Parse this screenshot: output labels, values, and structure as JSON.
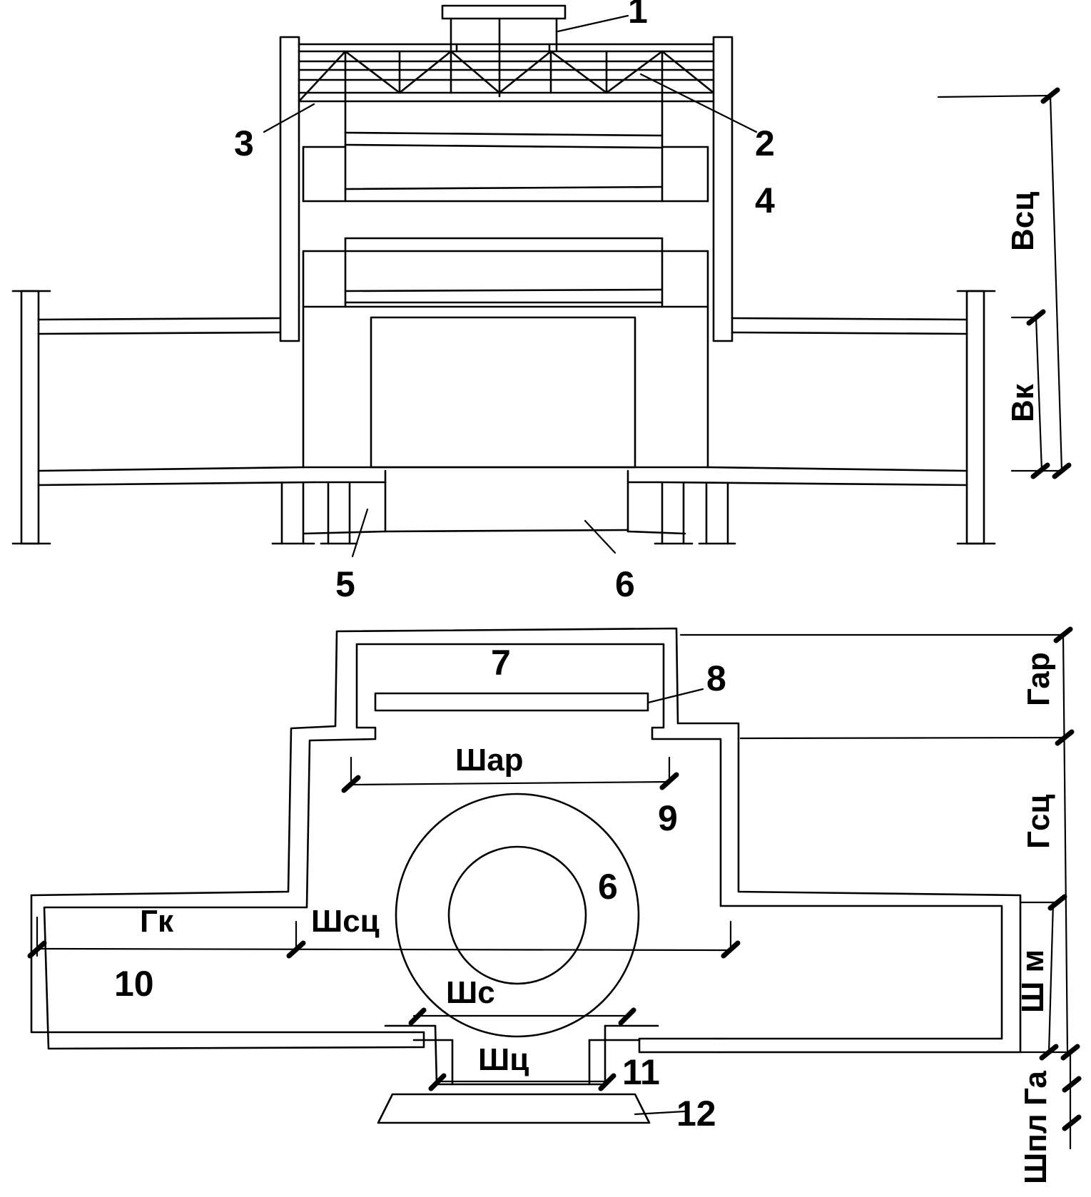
{
  "callouts": {
    "c1": "1",
    "c2": "2",
    "c3": "3",
    "c4": "4",
    "c5": "5",
    "c6_top": "6",
    "c7": "7",
    "c8": "8",
    "c9": "9",
    "c6_plan": "6",
    "c10": "10",
    "c11": "11",
    "c12": "12"
  },
  "dimensions": {
    "b_sc": "Bсц",
    "b_k": "Bк",
    "g_ar": "Гар",
    "g_sc": "Гсц",
    "sh_m": "Ш м",
    "g_a": "Га",
    "sh_pl": "Шпл",
    "sh_ar": "Шар",
    "g_k": "Гк",
    "sh_sc": "Шсц",
    "sh_s": "Шс",
    "sh_c": "Шц"
  }
}
